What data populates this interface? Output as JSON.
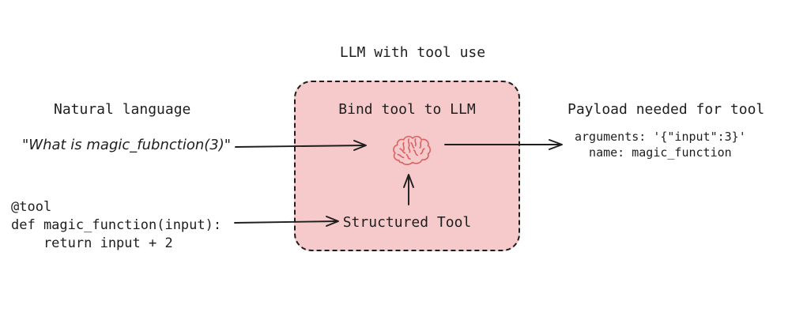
{
  "title": "LLM with tool use",
  "colors": {
    "background": "#ffffff",
    "ink": "#1e1e1e",
    "box_fill": "#f6caca",
    "brain_stroke": "#d96161"
  },
  "left": {
    "heading": "Natural language",
    "quote": "\"What is magic_fubnction(3)\"",
    "code": "@tool\ndef magic_function(input):\n    return input + 2"
  },
  "box": {
    "heading": "Bind tool to LLM",
    "brain_icon": "brain-icon",
    "tool_label": "Structured Tool"
  },
  "right": {
    "heading": "Payload needed for tool",
    "payload": "arguments: '{\"input\":3}'\n  name: magic_function"
  }
}
